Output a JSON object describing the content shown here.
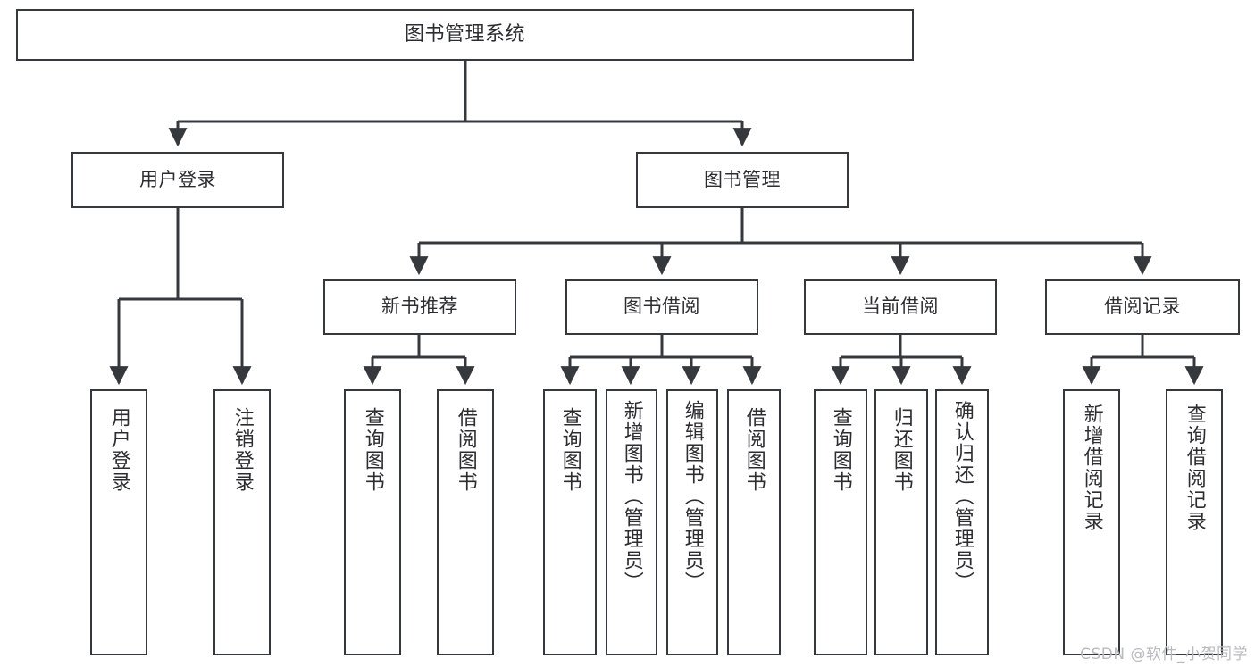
{
  "diagram": {
    "title": "图书管理系统",
    "type": "tree",
    "line_color": "#35383d",
    "text_color": "#2b2d31",
    "background": "#ffffff"
  },
  "nodes": {
    "root": {
      "label": "图书管理系统"
    },
    "level2": [
      {
        "id": "user-login",
        "label": "用户登录"
      },
      {
        "id": "book-manage",
        "label": "图书管理"
      }
    ],
    "level3": [
      {
        "id": "new-book-recommend",
        "label": "新书推荐"
      },
      {
        "id": "book-borrow",
        "label": "图书借阅"
      },
      {
        "id": "current-borrow",
        "label": "当前借阅"
      },
      {
        "id": "borrow-record",
        "label": "借阅记录"
      }
    ],
    "leaves": {
      "user_login": [
        {
          "id": "leaf-user-login",
          "label": "用户登录"
        },
        {
          "id": "leaf-logout-login",
          "label": "注销登录"
        }
      ],
      "new_book_recommend": [
        {
          "id": "leaf-query-book-1",
          "label": "查询图书"
        },
        {
          "id": "leaf-borrow-book-1",
          "label": "借阅图书"
        }
      ],
      "book_borrow": [
        {
          "id": "leaf-query-book-2",
          "label": "查询图书"
        },
        {
          "id": "leaf-add-book",
          "label": "新增图书（管理员）"
        },
        {
          "id": "leaf-edit-book",
          "label": "编辑图书（管理员）"
        },
        {
          "id": "leaf-borrow-book-2",
          "label": "借阅图书"
        }
      ],
      "current_borrow": [
        {
          "id": "leaf-query-book-3",
          "label": "查询图书"
        },
        {
          "id": "leaf-return-book",
          "label": "归还图书"
        },
        {
          "id": "leaf-confirm-return",
          "label": "确认归还（管理员）"
        }
      ],
      "borrow_record": [
        {
          "id": "leaf-add-record",
          "label": "新增借阅记录"
        },
        {
          "id": "leaf-query-record",
          "label": "查询借阅记录"
        }
      ]
    }
  },
  "watermark": {
    "text": "CSDN @软件_小贺同学"
  }
}
